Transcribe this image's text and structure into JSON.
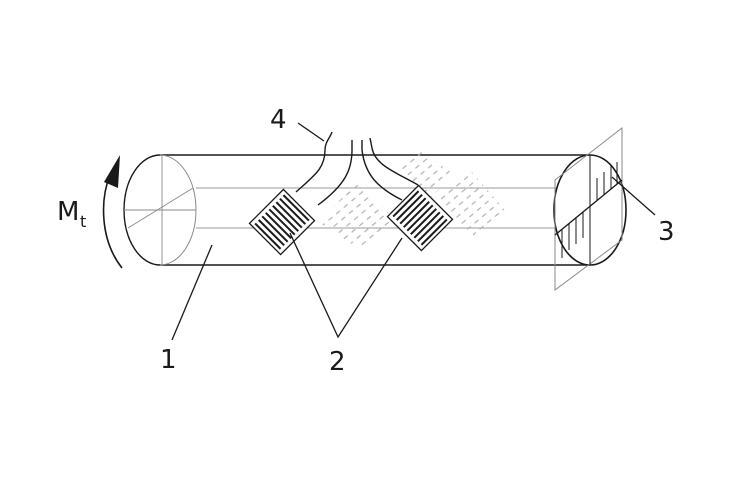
{
  "figure": {
    "moment_label": "M",
    "moment_subscript": "t",
    "part_labels": {
      "shaft": "1",
      "strain_gauges": "2",
      "shear_section": "3",
      "lead_wires": "4"
    }
  },
  "colors": {
    "line": "#1a1a1a",
    "hidden": "#9a9a9a"
  }
}
